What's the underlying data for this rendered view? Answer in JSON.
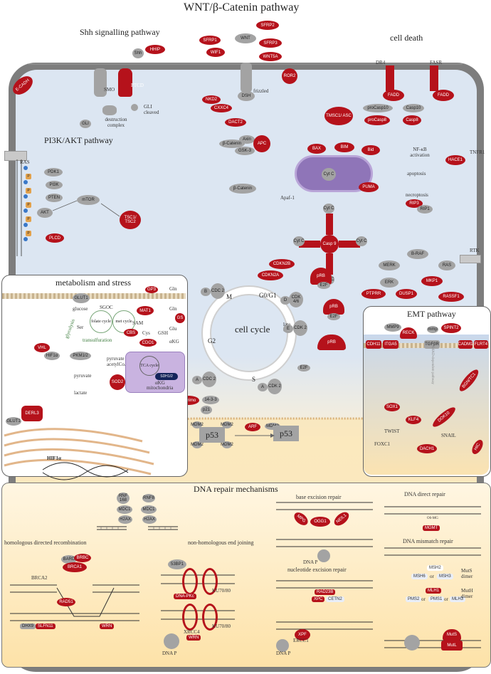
{
  "title": "WNT/β-Catenin pathway",
  "sections": {
    "shh": "Shh signalling pathway",
    "death": "cell death",
    "pi3k": "PI3K/AKT pathway",
    "metab": "metabolism and stress",
    "emt": "EMT pathway",
    "dna": "DNA repair mechanisms"
  },
  "colors": {
    "red": "#b5121b",
    "grey": "#a3a3a3",
    "membrane": "#7d7d7d",
    "cytoplasm": "#dce6f2",
    "nucleus": "#fdeccb"
  },
  "wnt": {
    "sfrp2": "SFRP2",
    "sfrp1": "SFRP1",
    "wnt": "WNT",
    "sfrp3": "SFRP3",
    "wif1": "WIF1",
    "wnt5a": "WNT5A",
    "ror2": "ROR2",
    "dsh": "DSH",
    "frizzled": "frizzled",
    "nkd2": "NKD2",
    "cxxc4": "CXXC4",
    "dact2": "DACT2",
    "axin": "Axin",
    "bcat": "β-Catenin",
    "gsk": "GSK-3",
    "apc": "APC",
    "bcat_free": "β-Catenin"
  },
  "shh": {
    "hhip": "HHIP",
    "shh": "Shh",
    "smo": "SMO",
    "ptcd": "PTCD",
    "gli": "GLI",
    "gli_cleaved": "GLI cleaved",
    "destruction": "destruction complex",
    "ecadh": "E-CADH"
  },
  "death": {
    "dr4": "DR4",
    "fasr": "FASR",
    "fadd1": "FADD",
    "fadd2": "FADD",
    "procasp10": "proCasp10",
    "casp10": "Casp10",
    "procasp8": "proCasp8",
    "casp8": "Casp8",
    "tmsc1": "TMSC1/ ASC",
    "bax": "BAX",
    "bim": "BIM",
    "bid": "Bid",
    "puma": "PUMA",
    "cytc": "Cyt C",
    "apaf1": "Apaf-1",
    "casp9": "Casp 9",
    "nfkb": "NF-κB activation",
    "hace1": "HACE1",
    "tnfr1": "TNFR1",
    "apoptosis": "apoptosis",
    "necroptosis": "necroptosis",
    "rip3": "RIP3",
    "rip1": "RIP1"
  },
  "pi3k": {
    "ras": "RAS",
    "pdk1": "PDK1",
    "pi3k": "PI3K",
    "pten": "PTEN",
    "akt": "AKT",
    "mtor": "mTOR",
    "tsc": "TSC1/ TSC2",
    "plcd": "PLCD",
    "p": "P"
  },
  "mapk": {
    "rtk": "RTK",
    "braf": "B-RAF",
    "merk": "MERK",
    "ras": "RAS",
    "erk": "ERK",
    "mkp1": "MKP1",
    "ptprr": "PTPRR",
    "dusp1": "DUSP1",
    "rassf1": "RASSF1"
  },
  "cycle": {
    "title": "cell cycle",
    "m": "M",
    "g0g1": "G0/G1",
    "late_g1": "late G1",
    "s": "S",
    "g2": "G2",
    "cdkn2b": "CDKN2B",
    "cdkn2a": "CDKN2A",
    "prb": "pRB",
    "e2f": "E2F",
    "b": "B",
    "cdc2": "CDC 2",
    "d": "D",
    "cdk46": "CDK 4/6",
    "e": "E",
    "cdk2": "CDK 2",
    "a": "A",
    "reprimo": "reprimo",
    "p1433": "14-3-3",
    "p21": "p21"
  },
  "p53": {
    "p53a": "p53",
    "p53b": "p53",
    "mdm2": "MDM2",
    "arf": "ARF"
  },
  "metab": {
    "gp3": "GP3",
    "gln": "Gln",
    "glut1": "GLUT1",
    "glucose": "glucose",
    "sgoc": "SGOC",
    "folate": "folate cycle",
    "met": "met cycle",
    "mat1": "MAT1",
    "gs": "GS",
    "glu": "Glu",
    "ser": "Ser",
    "sam": "SAM",
    "cbs": "CBS",
    "cys": "Cys",
    "gsh": "GSH",
    "transsulfuration": "transulfuration",
    "cdo1": "CDO1",
    "vhl": "VHL",
    "hif1a": "HIF1α",
    "pkm": "PKM1/2",
    "pyruvate": "pyruvate",
    "pyruvate2": "pyruvate",
    "lactate": "lactate",
    "acetyl": "acetylCoA",
    "tca": "TCA cycle",
    "sdh": "SDH1/2",
    "akg": "αKG",
    "akg2": "αKG",
    "mito": "mitochondria",
    "sod2": "SOD2",
    "derl3": "DERL3",
    "glycolysis": "glycolysis",
    "glut1b": "GLUT1",
    "hif1a_nuc": "HIF1α"
  },
  "emt": {
    "mmp9": "MMP9",
    "reck": "RECK",
    "mmp": "mmp",
    "spint2": "SPINT2",
    "cdh11": "CDH11",
    "itga5": "ITGA5",
    "tgfb": "TGFβR",
    "cadm1": "CADM1",
    "flrt4": "FLRT4",
    "smad": "SMAD-dependent pathway",
    "bnc1": "BGN/TC1",
    "sox1": "SOX1",
    "klf4": "KLF4",
    "dcx": "DOK10",
    "twist": "TWIST",
    "snail": "SNAIL",
    "foxc1": "FOXC1",
    "dachd": "DACH1",
    "hic": "HIC"
  },
  "dna": {
    "rnf168": "RNF 168",
    "rnf8": "RNF8",
    "mdc1a": "MDC1",
    "mdc1b": "MDC1",
    "h2ax_a": "H2AX",
    "h2ax_b": "H2AX",
    "hdr": "homologous directed recombination",
    "nhej": "non-homologous end joining",
    "bard": "BARD",
    "brcc": "BRBC",
    "brca1": "BRCA1",
    "brca2": "BRCA2",
    "rad51": "RAD51",
    "dhx9": "DHX9",
    "slfn11": "SLFN11",
    "wrn": "WRN",
    "p53bp1": "53BP1",
    "ku1": "KU70/80",
    "dnapk": "DNA-PKc",
    "ku2": "KU70/80",
    "xrcc4": "XRCC4",
    "wrn2": "WRN",
    "dnap1": "DNA P",
    "ber": "base excision repair",
    "mpg": "MPG",
    "ogg1": "OGG1",
    "neil1": "NEIL1",
    "dnap2": "DNA P",
    "ner": "nucleotide excision repair",
    "rad23b": "RAD23B",
    "xpc": "XPC",
    "cetn2": "CETN2",
    "xpf": "XPF",
    "ercc1": "ERCC1",
    "dnap3": "DNA P",
    "direct": "DNA direct repair",
    "o6": "O6-MG",
    "mgmt": "MGMT",
    "mmr": "DNA mismatch repair",
    "msh2": "MSH2",
    "msh6": "MSH6",
    "or1": "or",
    "msh3": "MSH3",
    "muts": "MutS dimer",
    "mlh1": "MLH1",
    "pms2": "PMS2",
    "or2": "or",
    "pms1": "PMS1",
    "or3": "or",
    "mlh3": "MLH3",
    "mutl_dimer": "MutH dimer",
    "muts_lbl": "MutS",
    "mutl_lbl": "MutL"
  }
}
